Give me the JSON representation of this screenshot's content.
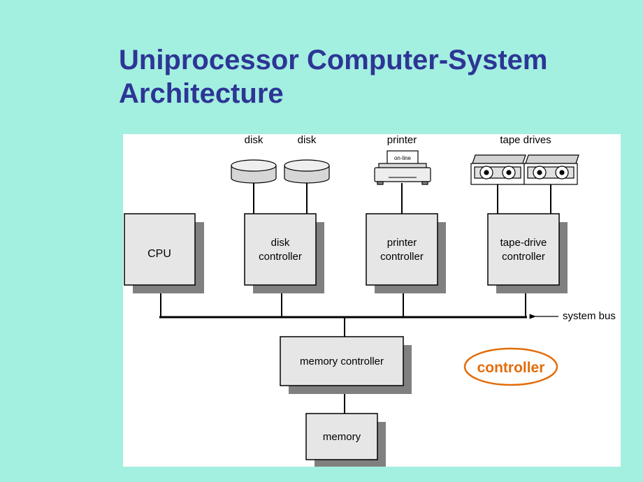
{
  "slide": {
    "title_line1": "Uniprocessor Computer-System",
    "title_line2": "Architecture"
  },
  "diagram": {
    "devices": {
      "disk1": "disk",
      "disk2": "disk",
      "printer": "printer",
      "printer_panel": "on-line",
      "tape": "tape drives"
    },
    "boxes": {
      "cpu": "CPU",
      "disk_ctrl_1": "disk",
      "disk_ctrl_2": "controller",
      "printer_ctrl_1": "printer",
      "printer_ctrl_2": "controller",
      "tape_ctrl_1": "tape-drive",
      "tape_ctrl_2": "controller",
      "memory_controller": "memory controller",
      "memory": "memory"
    },
    "bus_label": "system bus",
    "annotation": "controller",
    "colors": {
      "box_fill": "#e6e6e6",
      "shadow": "#7f7f7f",
      "annotation": "#e36c0a"
    }
  }
}
